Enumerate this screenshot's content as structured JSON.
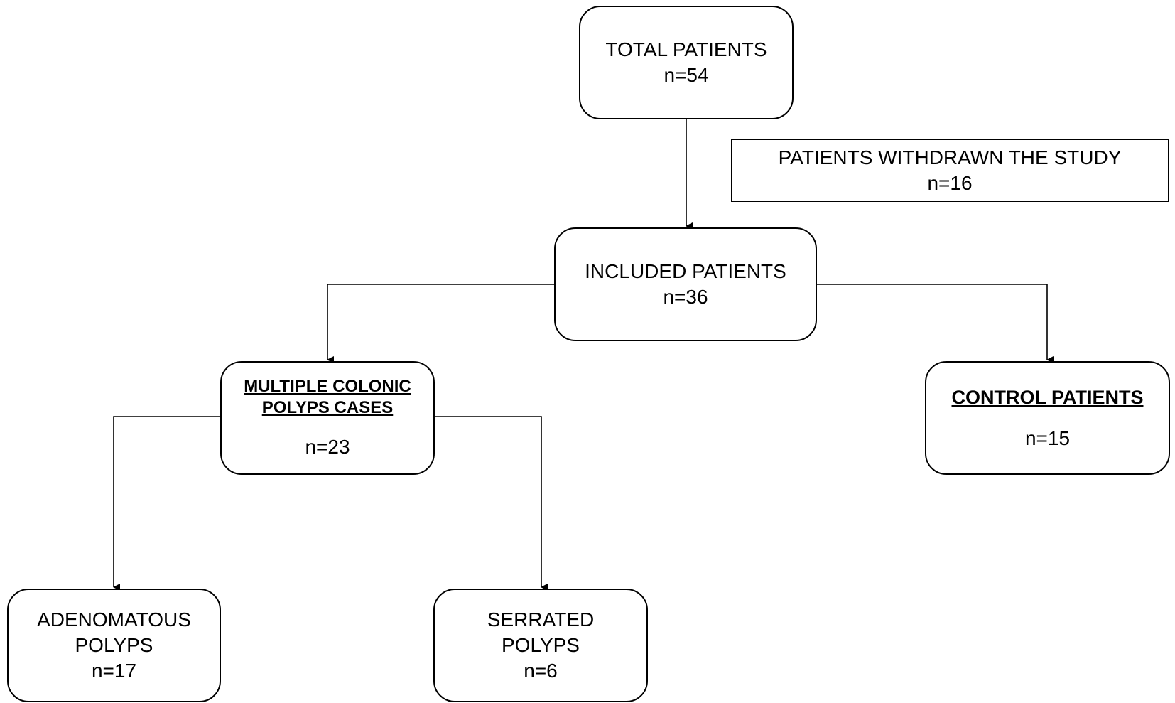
{
  "nodes": {
    "total": {
      "title": "TOTAL PATIENTS",
      "count": "n=54"
    },
    "withdrawn": {
      "title": "PATIENTS WITHDRAWN THE STUDY",
      "count": "n=16"
    },
    "included": {
      "title": "INCLUDED PATIENTS",
      "count": "n=36"
    },
    "multiple": {
      "title_line1": "MULTIPLE COLONIC",
      "title_line2": "POLYPS CASES",
      "count": "n=23"
    },
    "control": {
      "title": "CONTROL PATIENTS",
      "count": "n=15"
    },
    "adenomatous": {
      "title_line1": "ADENOMATOUS",
      "title_line2": "POLYPS",
      "count": "n=17"
    },
    "serrated": {
      "title_line1": "SERRATED",
      "title_line2": "POLYPS",
      "count": "n=6"
    }
  },
  "colors": {
    "stroke": "#000000",
    "background": "#ffffff"
  }
}
